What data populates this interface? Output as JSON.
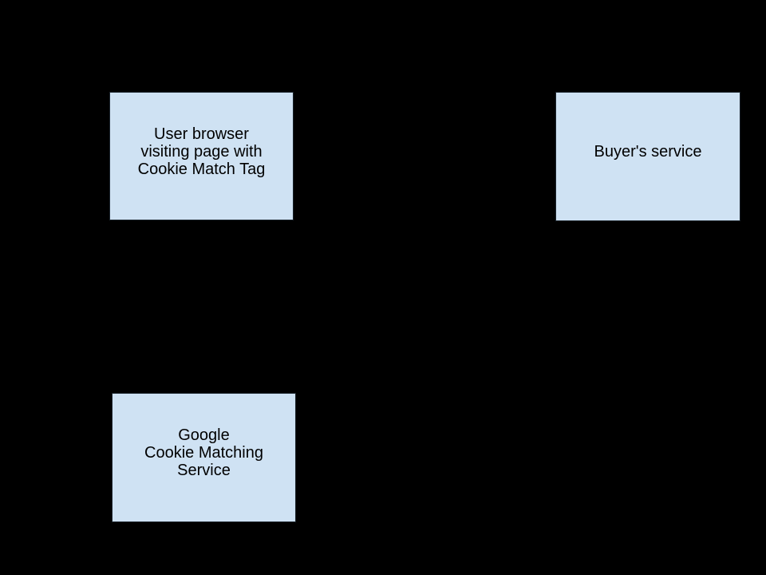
{
  "page": {
    "background_color": "#000000"
  },
  "diagram": {
    "nodes": [
      {
        "id": "user-browser",
        "label": "User browser\nvisiting page with\nCookie Match Tag",
        "fill_color": "#cfe2f3",
        "border_color": "#1b242c",
        "text_color": "#000000"
      },
      {
        "id": "buyers-service",
        "label": "Buyer's service",
        "fill_color": "#cfe2f3",
        "border_color": "#1b242c",
        "text_color": "#000000"
      },
      {
        "id": "google-cookie-matching-service",
        "label": "Google\nCookie Matching\nService",
        "fill_color": "#cfe2f3",
        "border_color": "#1b242c",
        "text_color": "#000000"
      }
    ]
  }
}
